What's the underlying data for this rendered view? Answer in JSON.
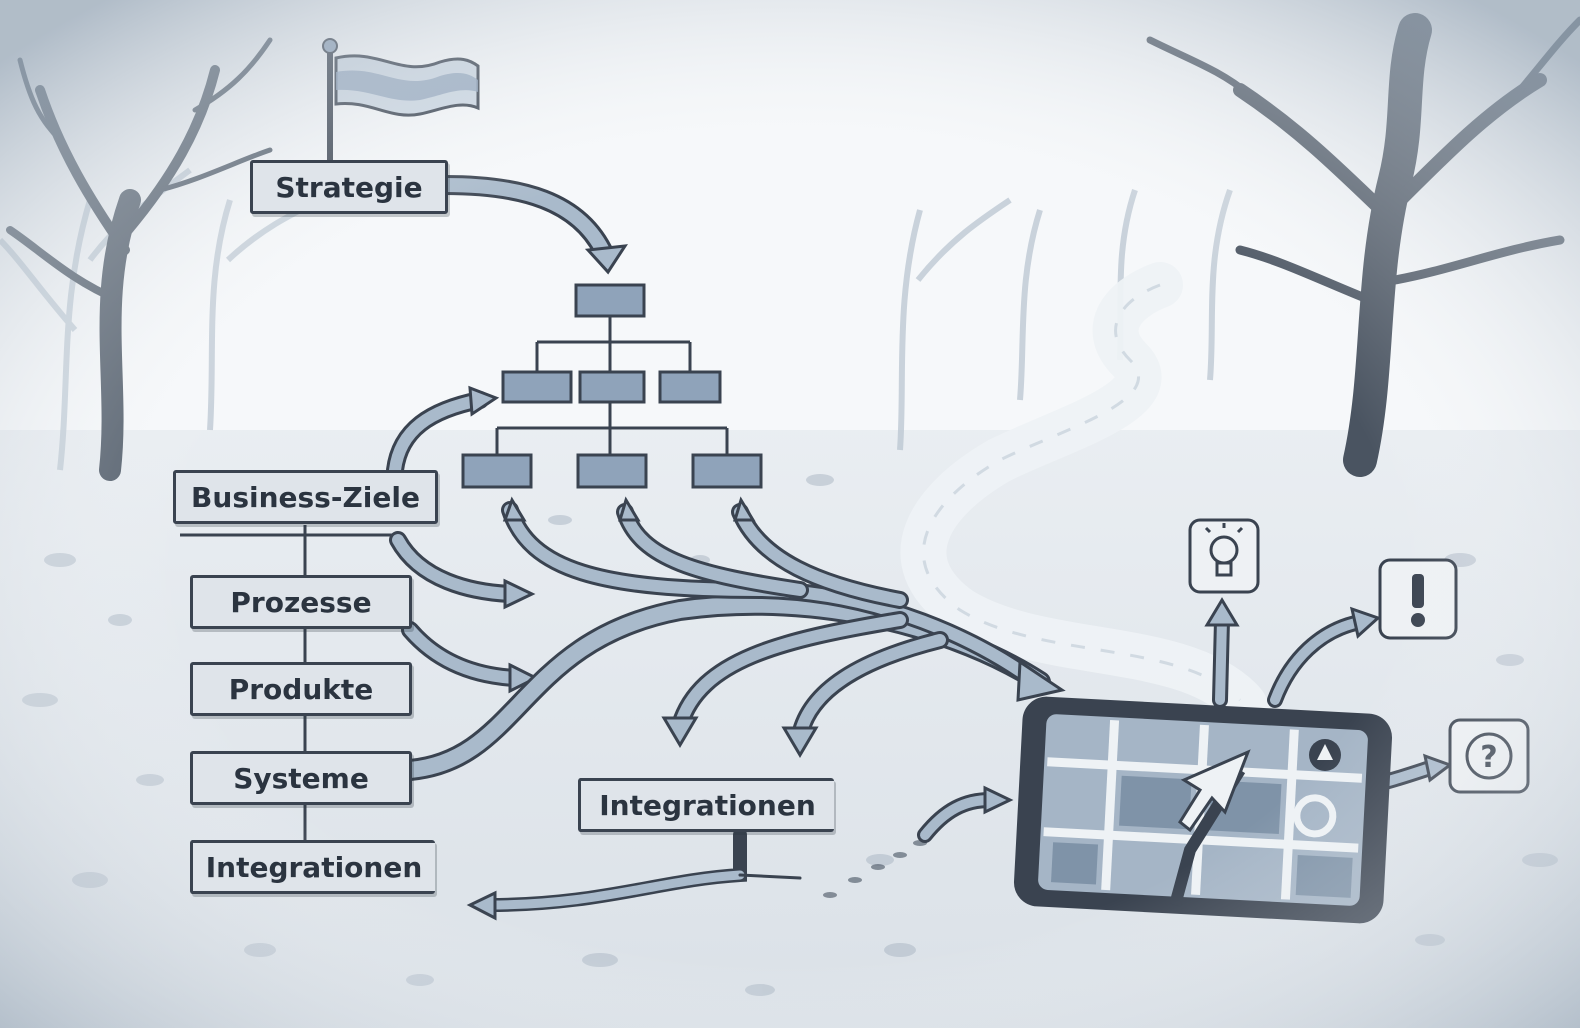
{
  "diagram": {
    "flag_label": "Strategie",
    "left_column": [
      "Business-Ziele",
      "Prozesse",
      "Produkte",
      "Systeme",
      "Integrationen"
    ],
    "center_sign": "Integrationen",
    "org_chart": {
      "levels": [
        1,
        3,
        3
      ]
    },
    "device_icons": [
      "lightbulb-icon",
      "exclamation-icon",
      "question-icon"
    ],
    "colors": {
      "ink": "#3a4350",
      "box_fill": "#8fa3ba",
      "sign_fill": "#dfe4ea",
      "arrow_fill": "#a9bacb"
    }
  }
}
